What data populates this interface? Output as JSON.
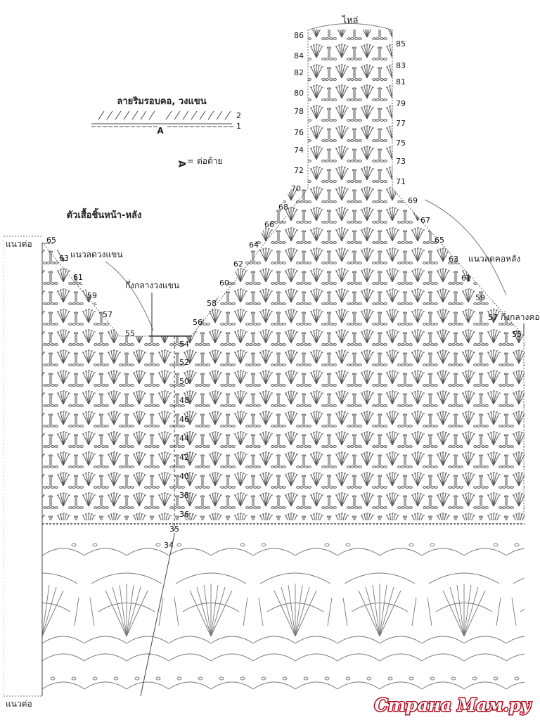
{
  "labels": {
    "shoulder": "ไหล่",
    "edging_title": "ลายริมรอบคอ, วงแขน",
    "edging_row2": "2",
    "edging_row1": "1",
    "join_mark": "A",
    "join_eq": "=",
    "join_text": "ต่อด้าย",
    "body_title": "ตัวเสื้อชิ้นหน้า-หลัง",
    "seam_top": "แนวต่อ",
    "seam_bottom": "แนวต่อ",
    "armhole_line": "แนวลดวงแขน",
    "armhole_center": "กึ่งกลางวงแขน",
    "back_neck_line": "แนวลดคอหลัง",
    "center_neck": "กึ่งกลางคอ"
  },
  "rows": {
    "shoulder_left": [
      "86",
      "84",
      "82",
      "80",
      "78",
      "76",
      "74",
      "72",
      "70"
    ],
    "shoulder_right": [
      "85",
      "83",
      "81",
      "79",
      "77",
      "75",
      "73",
      "71"
    ],
    "neck_slope_left": [
      "68",
      "66",
      "64",
      "62",
      "60",
      "58",
      "56"
    ],
    "neck_slope_right": [
      "69",
      "67",
      "65",
      "63",
      "61",
      "59",
      "57",
      "55"
    ],
    "armhole_left": [
      "65",
      "63",
      "61",
      "59",
      "57",
      "55"
    ],
    "center_column": [
      "54",
      "52",
      "50",
      "48",
      "46",
      "44",
      "42",
      "40",
      "38",
      "36",
      "35",
      "34"
    ]
  },
  "watermark": "Страна Мам.ру",
  "colors": {
    "line": "#555555",
    "text": "#222222",
    "watermark": "#b30b1e"
  }
}
